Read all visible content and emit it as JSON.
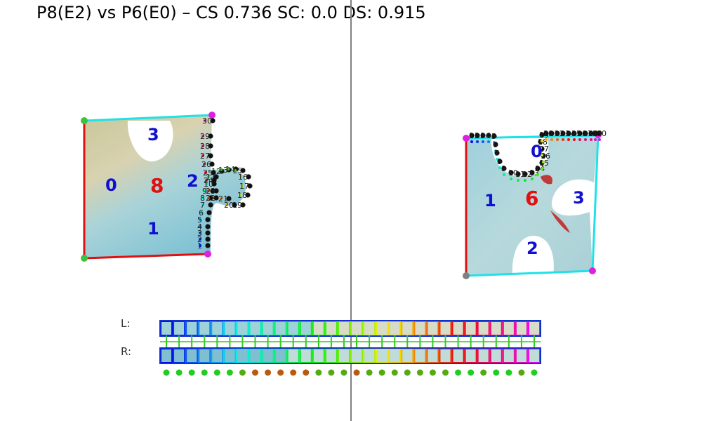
{
  "title": "P8(E2) vs P6(E0) – CS 0.736 SC: 0.0 DS: 0.915",
  "left_piece": {
    "id_label": "8",
    "edge_labels": [
      "0",
      "1",
      "2",
      "3"
    ],
    "contour_labels": [
      "1",
      "2",
      "3",
      "4",
      "5",
      "6",
      "7",
      "8",
      "9",
      "10",
      "11",
      "12",
      "13",
      "14",
      "15",
      "16",
      "17",
      "18",
      "19",
      "20",
      "21",
      "22",
      "23",
      "24",
      "25",
      "26",
      "27",
      "28",
      "29",
      "30"
    ]
  },
  "right_piece": {
    "id_label": "6",
    "edge_labels": [
      "0",
      "1",
      "2",
      "3"
    ],
    "contour_labels": [
      "1",
      "2",
      "3",
      "4",
      "5",
      "6",
      "7",
      "8",
      "9",
      "10",
      "11",
      "12",
      "13",
      "14",
      "15",
      "16",
      "17",
      "18",
      "19",
      "20",
      "21",
      "22",
      "23",
      "24",
      "25",
      "26",
      "27",
      "28",
      "29",
      "30"
    ]
  },
  "strip_labels": {
    "left": "L:",
    "right": "R:"
  },
  "segment_count": 30,
  "colors": {
    "edge_red": "#e01010",
    "edge_cyan": "#20e0e8",
    "edge_green": "#30c030",
    "corner_green": "#40c040",
    "corner_magenta": "#e020e0",
    "label_blue": "#1010d0",
    "label_red": "#e01010",
    "divider": "#808080",
    "dot_green": "#22cc22",
    "dot_brown": "#b85a10",
    "dot_olive": "#55aa11"
  },
  "dot_types": [
    "green",
    "green",
    "green",
    "green",
    "green",
    "green",
    "olive",
    "brown",
    "brown",
    "brown",
    "brown",
    "brown",
    "olive",
    "olive",
    "olive",
    "brown",
    "olive",
    "olive",
    "olive",
    "olive",
    "olive",
    "olive",
    "olive",
    "green",
    "green",
    "olive",
    "green",
    "green",
    "olive",
    "green"
  ]
}
